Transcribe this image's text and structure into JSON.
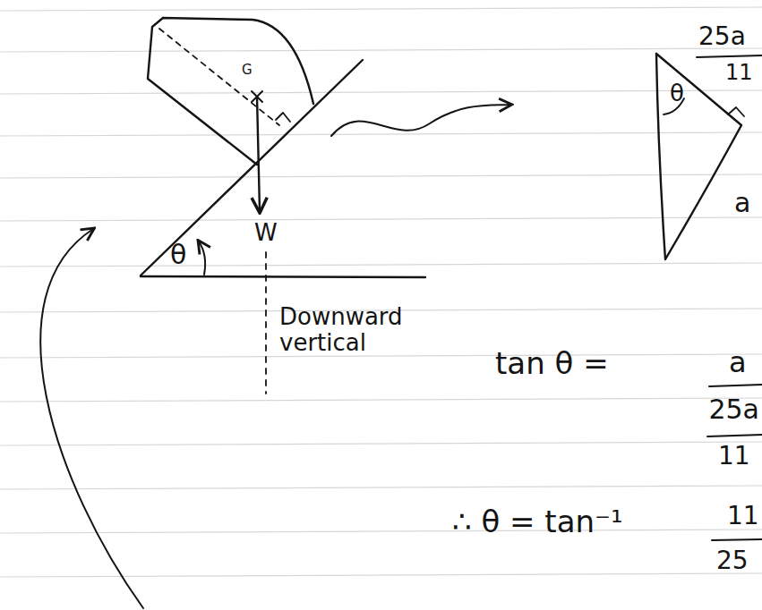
{
  "diagram": {
    "labels": [
      "G",
      "W",
      "θ",
      "Downward vertical",
      "25a",
      "11",
      "θ",
      "a",
      "tan θ =",
      "a",
      "25a",
      "11",
      "∴ θ = tan⁻¹",
      "11",
      "25"
    ]
  }
}
